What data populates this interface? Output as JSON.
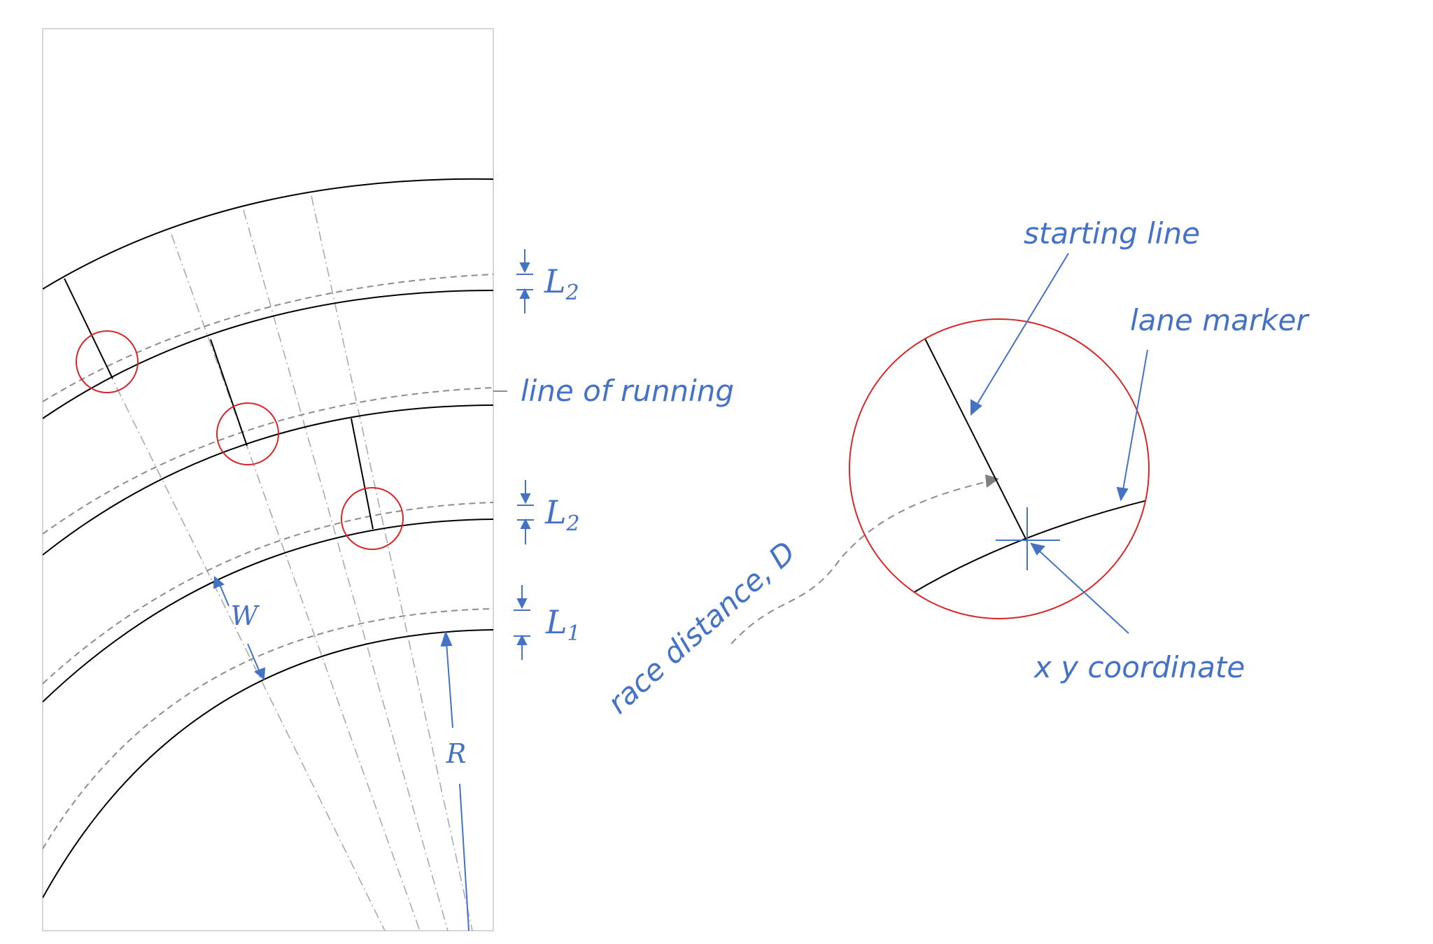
{
  "labels": {
    "line_of_running": "line of running",
    "race_distance": "race distance, D",
    "starting_line": "starting line",
    "lane_marker": "lane marker",
    "xy_coordinate": "x y coordinate",
    "width_symbol": "W",
    "radius_symbol": "R",
    "offset_l2_top": {
      "base": "L",
      "sub": "2"
    },
    "offset_l2_mid": {
      "base": "L",
      "sub": "2"
    },
    "offset_l1": {
      "base": "L",
      "sub": "1"
    }
  },
  "colors": {
    "annotation": "#4472c4",
    "highlight_circle": "#d62728",
    "lane_line": "#000000",
    "running_line": "#8c8c8c",
    "radial_guide": "#a6a6a6",
    "panel_border": "#c8c8c8",
    "distance_arrow": "#7f7f7f"
  },
  "icons": {
    "offset_dimension_marker": "dimension-arrows-icon",
    "coordinate_marker": "crosshair-icon"
  }
}
